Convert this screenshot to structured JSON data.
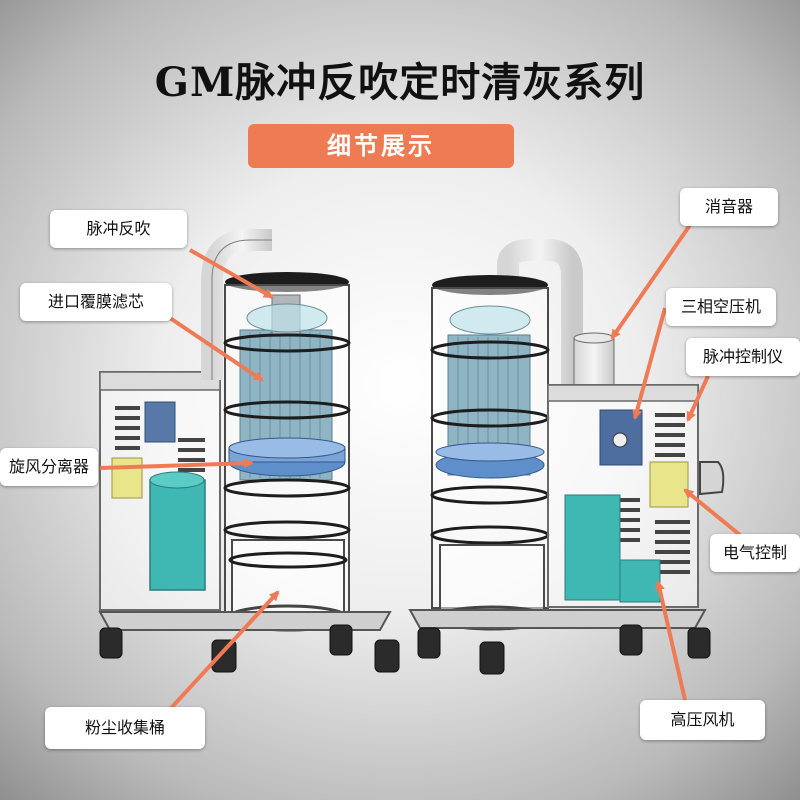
{
  "header": {
    "title": "GM脉冲反吹定时清灰系列",
    "badge": "细节展示"
  },
  "labels": {
    "pulse_blowback": "脉冲反吹",
    "inlet_filter": "进口覆膜滤芯",
    "cyclone_separator": "旋风分离器",
    "dust_bucket": "粉尘收集桶",
    "muffler": "消音器",
    "three_phase_compressor": "三相空压机",
    "pulse_controller": "脉冲控制仪",
    "electrical_control": "电气控制",
    "high_pressure_blower": "高压风机"
  },
  "colors": {
    "accent": "#ef7b55",
    "arrow": "#ef7b55"
  }
}
